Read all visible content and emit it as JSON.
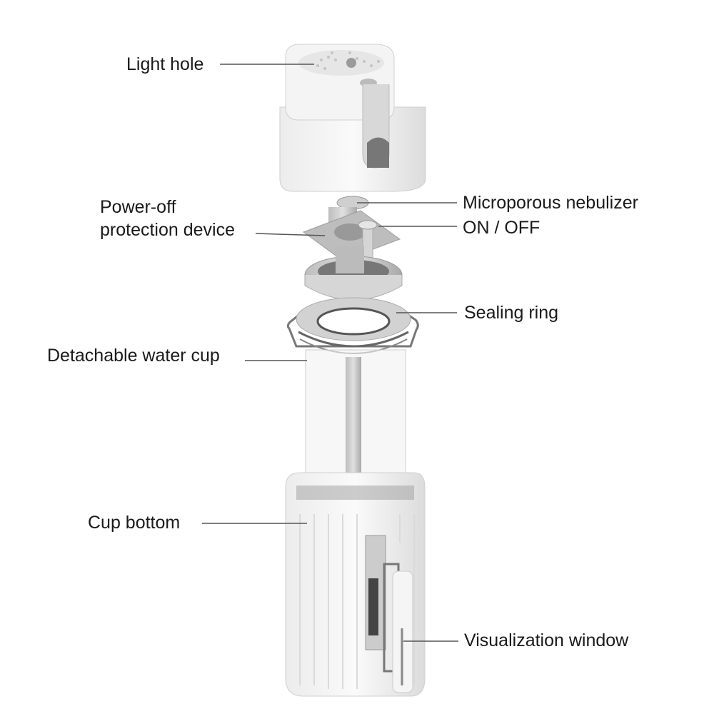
{
  "labels": {
    "light_hole": "Light hole",
    "power_off_line1": "Power-off",
    "power_off_line2": "protection device",
    "nebulizer": "Microporous nebulizer",
    "on_off": "ON / OFF",
    "sealing_ring": "Sealing ring",
    "water_cup": "Detachable water cup",
    "cup_bottom": "Cup bottom",
    "visualization_window": "Visualization window"
  }
}
